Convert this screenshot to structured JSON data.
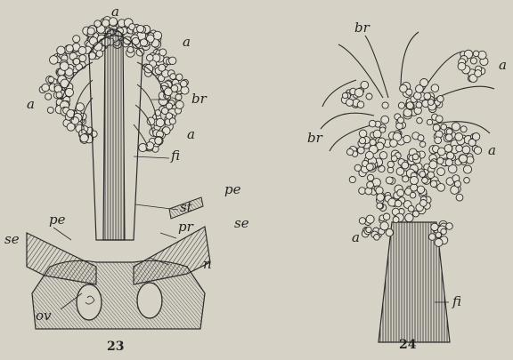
{
  "figures": [
    {
      "number": "23",
      "labels": {
        "a_top": "a",
        "a_right_top": "a",
        "a_left": "a",
        "br": "br",
        "a_right_bottom": "a",
        "fi": "fi",
        "pe_right": "pe",
        "st": "st",
        "pe_left": "pe",
        "pr": "pr",
        "se_right": "se",
        "se_left": "se",
        "n": "n",
        "ov": "ov"
      }
    },
    {
      "number": "24",
      "labels": {
        "br_top": "br",
        "a_top_right": "a",
        "br_left": "br",
        "a_right": "a",
        "a_bottom_left": "a",
        "fi": "fi"
      }
    }
  ],
  "background_text_lines": [
    "",
    "",
    "",
    "",
    "",
    "",
    "",
    "",
    "",
    "",
    "",
    "",
    "",
    "",
    "",
    "",
    "",
    "",
    "",
    ""
  ],
  "colors": {
    "paper": "#d6d2c5",
    "ink": "#2a2a2a"
  }
}
